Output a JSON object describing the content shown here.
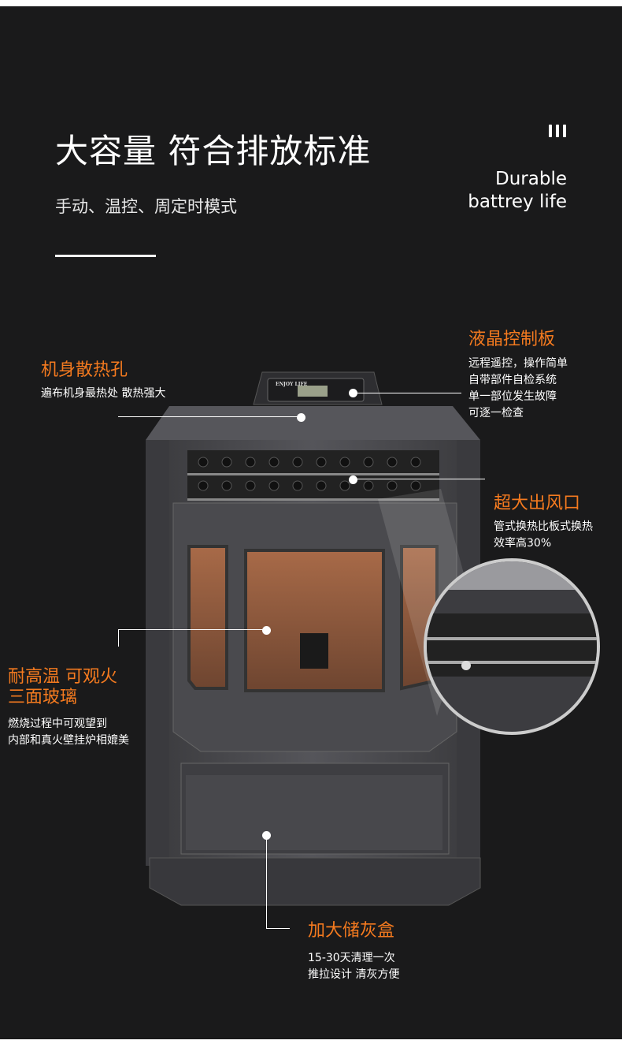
{
  "header": {
    "title": "大容量 符合排放标准",
    "subtitle": "手动、温控、周定时模式",
    "tagline_1": "Durable",
    "tagline_2": "battrey life"
  },
  "product": {
    "panel_brand": "ENJOY LIFE"
  },
  "callouts": {
    "vents": {
      "title": "机身散热孔",
      "desc": [
        "遍布机身最热处 散热强大"
      ]
    },
    "lcd": {
      "title": "液晶控制板",
      "desc": [
        "远程遥控，操作简单",
        "自带部件自检系统",
        "单一部位发生故障",
        "可逐一检查"
      ]
    },
    "outlet": {
      "title": "超大出风口",
      "desc": [
        "管式换热比板式换热",
        "效率高30%"
      ]
    },
    "glass": {
      "title": [
        "耐高温 可观火",
        "三面玻璃"
      ],
      "desc": [
        "燃烧过程中可观望到",
        "内部和真火壁挂炉相媲美"
      ]
    },
    "ashbox": {
      "title": "加大储灰盒",
      "desc": [
        "15-30天清理一次",
        "推拉设计 清灰方便"
      ]
    }
  },
  "colors": {
    "accent": "#f47a1f",
    "background": "#1a1a1b"
  }
}
